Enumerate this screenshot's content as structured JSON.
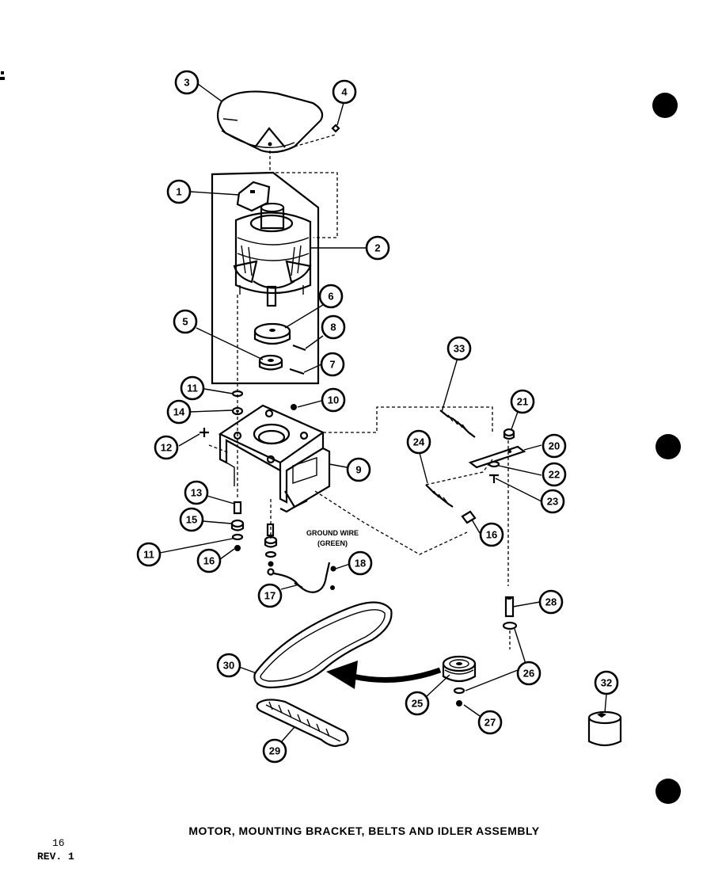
{
  "diagram": {
    "title": "MOTOR, MOUNTING BRACKET, BELTS AND IDLER ASSEMBLY",
    "page_number": "16",
    "revision": "REV. 1",
    "ground_wire_label_line1": "GROUND WIRE",
    "ground_wire_label_line2": "(GREEN)",
    "callouts": [
      "1",
      "2",
      "3",
      "4",
      "5",
      "6",
      "7",
      "8",
      "9",
      "10",
      "11",
      "11",
      "12",
      "13",
      "14",
      "15",
      "16",
      "16",
      "17",
      "18",
      "20",
      "21",
      "22",
      "23",
      "24",
      "25",
      "26",
      "26",
      "27",
      "28",
      "29",
      "30",
      "32",
      "33"
    ]
  }
}
